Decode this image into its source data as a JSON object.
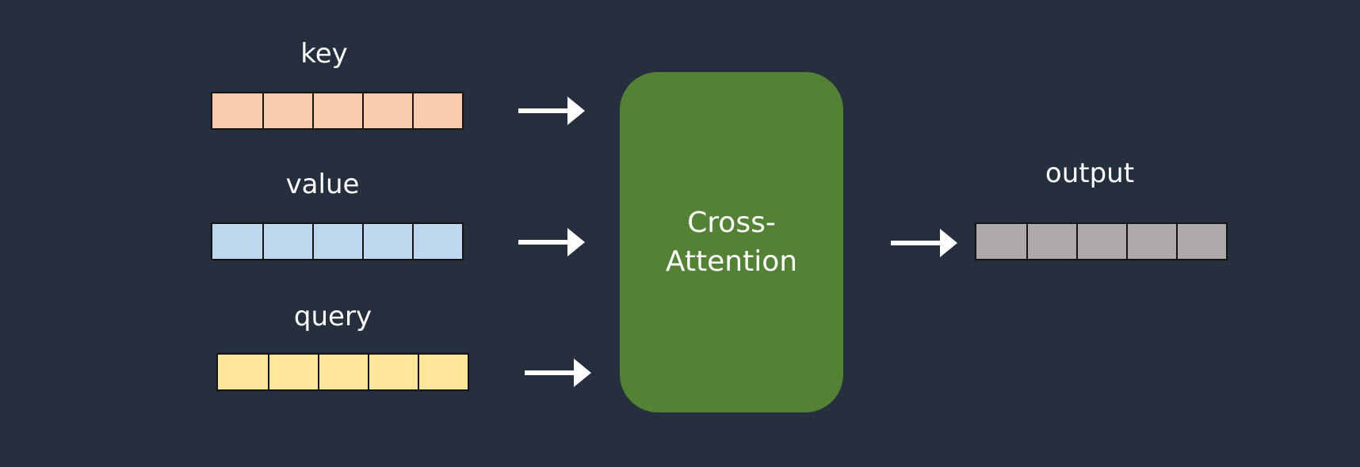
{
  "colors": {
    "background": "#252f3e",
    "key": "#f8cbad",
    "value": "#bdd7ee",
    "query": "#ffe699",
    "output": "#aeaaaa",
    "block": "#548235",
    "arrow": "#ffffff",
    "cell_border": "#141414"
  },
  "inputs": {
    "key": {
      "label": "key",
      "cells": 5
    },
    "value": {
      "label": "value",
      "cells": 5
    },
    "query": {
      "label": "query",
      "cells": 5
    }
  },
  "block": {
    "line1": "Cross-",
    "line2": "Attention"
  },
  "output": {
    "label": "output",
    "cells": 5
  }
}
